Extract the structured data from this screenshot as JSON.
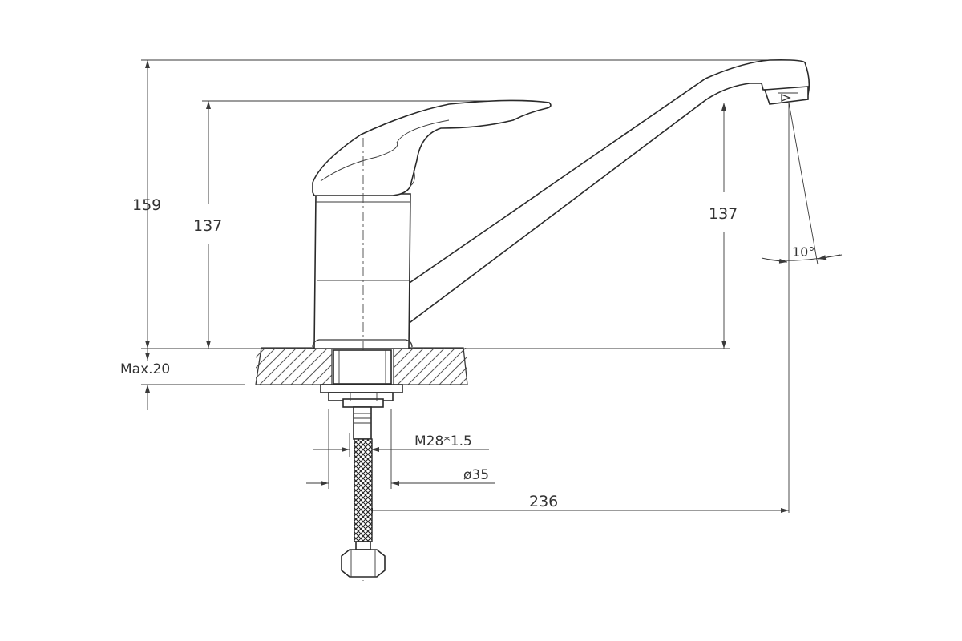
{
  "dimensions": {
    "total_height": "159",
    "handle_height": "137",
    "spout_height": "137",
    "spout_angle": "10°",
    "max_thickness": "Max.20",
    "thread": "M28*1.5",
    "diameter": "ø35",
    "reach": "236"
  },
  "colors": {
    "line": "#3a3a3a",
    "background": "#ffffff"
  }
}
